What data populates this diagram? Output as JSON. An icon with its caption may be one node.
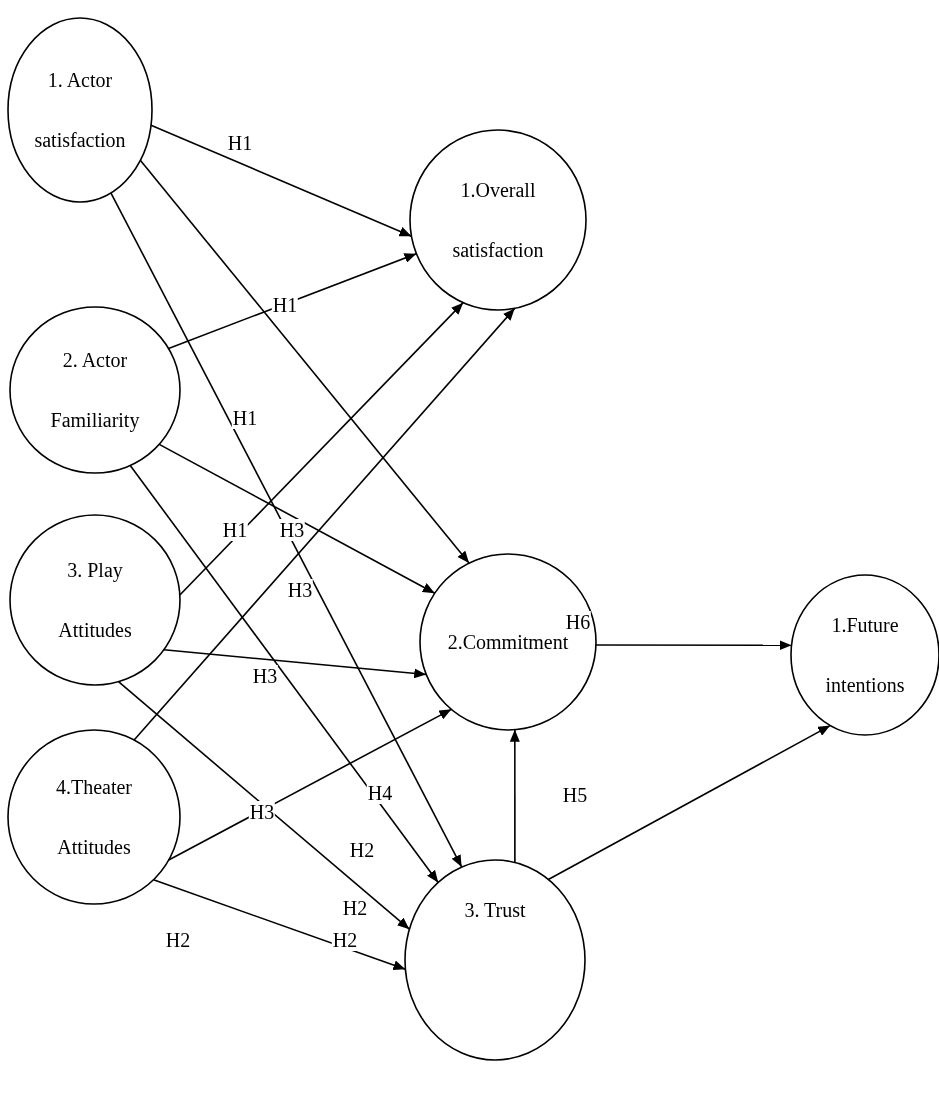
{
  "diagram": {
    "nodes": [
      {
        "text": [
          "1. Actor satisfaction"
        ]
      },
      {
        "text": [
          "1.Overall satisfaction"
        ]
      },
      {
        "text": [
          "2. Actor Familiarity"
        ]
      },
      {
        "text": [
          "3. Play Attitudes"
        ]
      },
      {
        "text": [
          "4.Theater Attitudes"
        ]
      },
      {
        "text": [
          "2.Commitment"
        ]
      },
      {
        "text": [
          "1.Future intentions"
        ]
      },
      {
        "text": [
          "3. Trust"
        ]
      }
    ],
    "edges": [
      {
        "from": 0,
        "to": 1,
        "arrow": "to",
        "label": "H1"
      },
      {
        "from": 0,
        "to": 5,
        "arrow": "to",
        "label": "H1"
      },
      {
        "from": 0,
        "to": 7,
        "arrow": "to",
        "label": "H1"
      },
      {
        "from": 2,
        "to": 1,
        "arrow": "to"
      },
      {
        "from": 2,
        "to": 5,
        "arrow": "to",
        "label": "H3"
      },
      {
        "from": 2,
        "to": 7,
        "arrow": "to",
        "label": "H4"
      },
      {
        "from": 3,
        "to": 1,
        "arrow": "to",
        "label": "H1"
      },
      {
        "from": 3,
        "to": 5,
        "arrow": "to",
        "label": "H3"
      },
      {
        "from": 3,
        "to": 7,
        "arrow": "to",
        "label": "H2"
      },
      {
        "from": 4,
        "to": 1,
        "arrow": "to",
        "label": "H3"
      },
      {
        "from": 4,
        "to": 5,
        "arrow": "to",
        "label": "H3"
      },
      {
        "from": 4,
        "to": 7,
        "arrow": "to",
        "label": "H2"
      },
      {
        "from": 5,
        "to": 6,
        "arrow": "to",
        "label": "H6"
      },
      {
        "from": 7,
        "to": 5,
        "arrow": "to"
      },
      {
        "from": 7,
        "to": 6,
        "arrow": "to",
        "label": "H5"
      }
    ],
    "labels": [
      "H2",
      "H2"
    ]
  }
}
